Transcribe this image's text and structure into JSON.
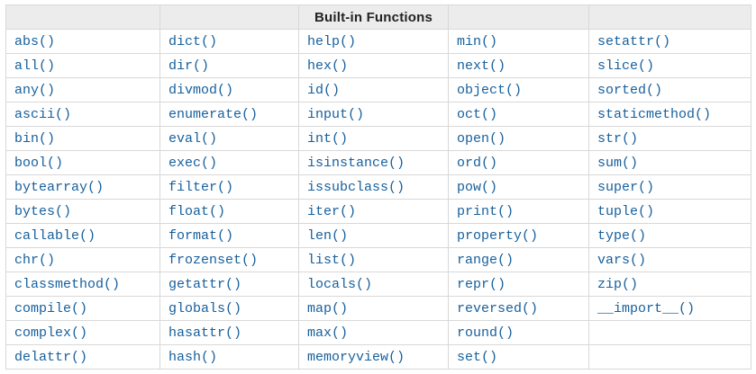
{
  "table": {
    "title": "Built-in Functions",
    "num_columns": 5,
    "rows": [
      [
        "abs()",
        "dict()",
        "help()",
        "min()",
        "setattr()"
      ],
      [
        "all()",
        "dir()",
        "hex()",
        "next()",
        "slice()"
      ],
      [
        "any()",
        "divmod()",
        "id()",
        "object()",
        "sorted()"
      ],
      [
        "ascii()",
        "enumerate()",
        "input()",
        "oct()",
        "staticmethod()"
      ],
      [
        "bin()",
        "eval()",
        "int()",
        "open()",
        "str()"
      ],
      [
        "bool()",
        "exec()",
        "isinstance()",
        "ord()",
        "sum()"
      ],
      [
        "bytearray()",
        "filter()",
        "issubclass()",
        "pow()",
        "super()"
      ],
      [
        "bytes()",
        "float()",
        "iter()",
        "print()",
        "tuple()"
      ],
      [
        "callable()",
        "format()",
        "len()",
        "property()",
        "type()"
      ],
      [
        "chr()",
        "frozenset()",
        "list()",
        "range()",
        "vars()"
      ],
      [
        "classmethod()",
        "getattr()",
        "locals()",
        "repr()",
        "zip()"
      ],
      [
        "compile()",
        "globals()",
        "map()",
        "reversed()",
        "__import__()"
      ],
      [
        "complex()",
        "hasattr()",
        "max()",
        "round()",
        ""
      ],
      [
        "delattr()",
        "hash()",
        "memoryview()",
        "set()",
        ""
      ]
    ]
  },
  "colors": {
    "link": "#17609d",
    "header_bg": "#ececec",
    "header_text": "#222222",
    "border": "#d8d8d8"
  }
}
